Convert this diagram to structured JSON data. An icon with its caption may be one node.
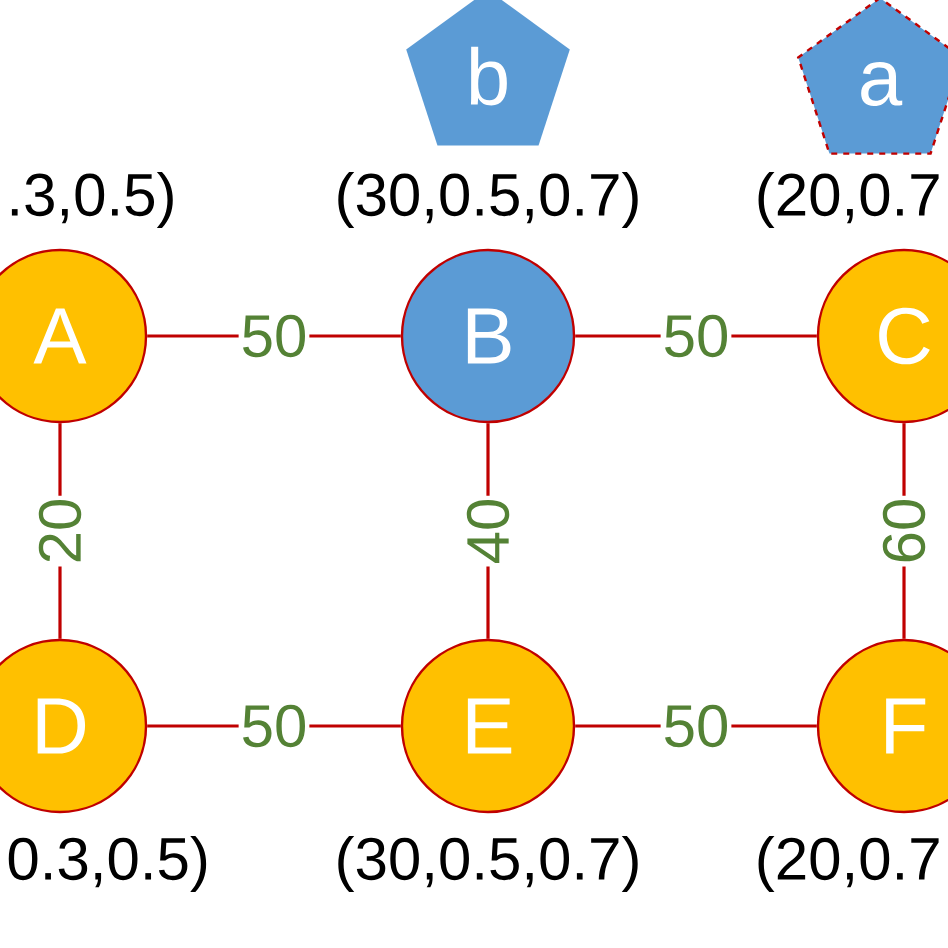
{
  "diagram": {
    "nodes": [
      {
        "text": [
          "A"
        ],
        "beside": [
          ".3,0.5)"
        ]
      },
      {
        "text": [
          "B"
        ],
        "beside": [
          "(30,0.5,0.7)"
        ]
      },
      {
        "text": [
          "C"
        ],
        "beside": [
          "(20,0.7"
        ]
      },
      {
        "text": [
          "D"
        ],
        "beside": [
          "0.3,0.5)"
        ]
      },
      {
        "text": [
          "E"
        ],
        "beside": [
          "(30,0.5,0.7)"
        ]
      },
      {
        "text": [
          "F"
        ],
        "beside": [
          "(20,0.7"
        ]
      },
      {
        "text": [
          "b"
        ]
      },
      {
        "text": [
          "a"
        ]
      }
    ],
    "edges": [
      {
        "from": 0,
        "to": 1,
        "arrow": "none",
        "label": "50"
      },
      {
        "from": 1,
        "to": 2,
        "arrow": "none",
        "label": "50"
      },
      {
        "from": 0,
        "to": 3,
        "arrow": "none",
        "label": "20"
      },
      {
        "from": 1,
        "to": 4,
        "arrow": "none",
        "label": "40"
      },
      {
        "from": 2,
        "to": 5,
        "arrow": "none",
        "label": "60"
      },
      {
        "from": 3,
        "to": 4,
        "arrow": "none",
        "label": "50"
      },
      {
        "from": 4,
        "to": 5,
        "arrow": "none",
        "label": "50"
      }
    ]
  }
}
